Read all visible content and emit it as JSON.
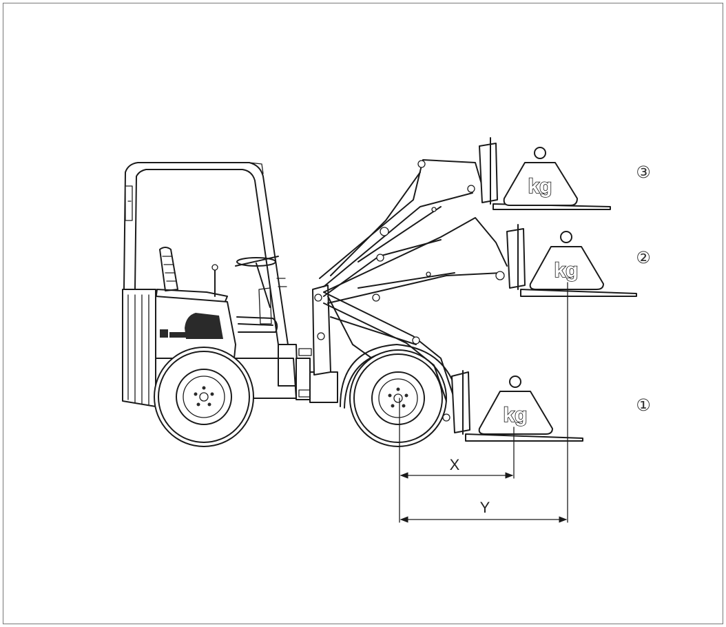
{
  "weights": [
    {
      "label": "kg",
      "position_marker": "①"
    },
    {
      "label": "kg",
      "position_marker": "②"
    },
    {
      "label": "kg",
      "position_marker": "③"
    }
  ],
  "dimensions": {
    "x_label": "X",
    "y_label": "Y"
  },
  "colors": {
    "ink": "#1a1a1a",
    "frame": "#777777",
    "background": "#ffffff"
  }
}
